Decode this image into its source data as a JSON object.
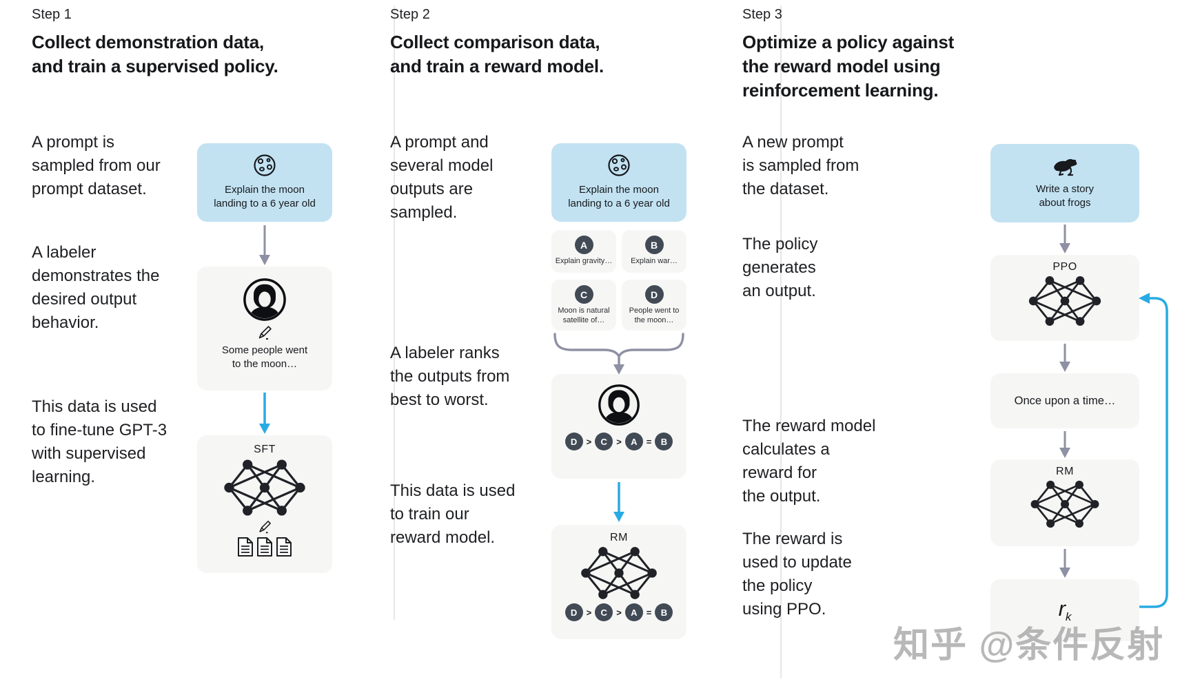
{
  "watermark": "知乎 @条件反射",
  "colors": {
    "prompt_box_bg": "#c2e2f2",
    "grey_box_bg": "#f6f6f5",
    "badge_bg": "#414a55",
    "arrow_grey": "#8e90a3",
    "arrow_blue": "#29aae3",
    "text": "#1b1c1e"
  },
  "steps": [
    {
      "label": "Step 1",
      "title": "Collect demonstration data,\nand train a supervised policy.",
      "captions": [
        "A prompt is\nsampled from our\nprompt dataset.",
        "A labeler\ndemonstrates the\ndesired output\nbehavior.",
        "This data is used\nto fine-tune GPT-3\nwith supervised\nlearning."
      ],
      "prompt_box": {
        "icon": "moon-icon",
        "text": "Explain the moon\nlanding to a 6 year old"
      },
      "labeler_box": {
        "icon": "labeler-avatar-icon",
        "pencil_icon": "pencil-icon",
        "text": "Some people went\nto the moon…"
      },
      "model_box": {
        "label": "SFT",
        "icons": [
          "neural-network-icon",
          "pencil-icon",
          "documents-icon"
        ]
      }
    },
    {
      "label": "Step 2",
      "title": "Collect comparison data,\nand train a reward model.",
      "captions": [
        "A prompt and\nseveral model\noutputs are\nsampled.",
        "A labeler ranks\nthe outputs from\nbest to worst.",
        "This data is used\nto train our\nreward model."
      ],
      "prompt_box": {
        "icon": "moon-icon",
        "text": "Explain the moon\nlanding to a 6 year old"
      },
      "options": [
        {
          "letter": "A",
          "text": "Explain gravity…"
        },
        {
          "letter": "B",
          "text": "Explain war…"
        },
        {
          "letter": "C",
          "text": "Moon is natural\nsatellite of…"
        },
        {
          "letter": "D",
          "text": "People went to\nthe moon…"
        }
      ],
      "labeler_box": {
        "icon": "labeler-avatar-icon"
      },
      "rank_tokens": [
        "D",
        ">",
        "C",
        ">",
        "A",
        "=",
        "B"
      ],
      "model_box": {
        "label": "RM",
        "icons": [
          "neural-network-icon"
        ]
      }
    },
    {
      "label": "Step 3",
      "title": "Optimize a policy against\nthe reward model using\nreinforcement learning.",
      "captions": [
        "A new prompt\nis sampled from\nthe dataset.",
        "The policy\ngenerates\nan output.",
        "The reward model\ncalculates a\nreward for\nthe output.",
        "The reward is\nused to update\nthe policy\nusing PPO."
      ],
      "prompt_box": {
        "icon": "frog-icon",
        "text": "Write a story\nabout frogs"
      },
      "policy_box": {
        "label": "PPO",
        "icons": [
          "neural-network-icon"
        ]
      },
      "output_box": {
        "text": "Once upon a time…"
      },
      "reward_box": {
        "label": "RM",
        "icons": [
          "neural-network-icon"
        ]
      },
      "reward_value": {
        "base": "r",
        "sub": "k"
      }
    }
  ]
}
